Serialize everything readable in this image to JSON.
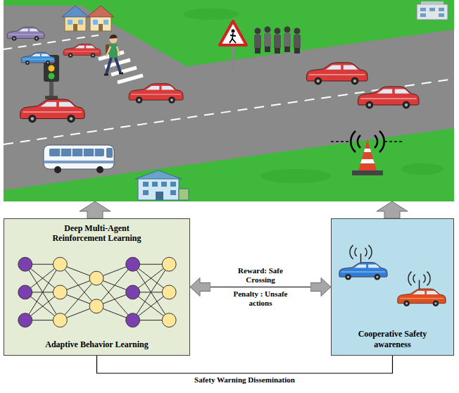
{
  "diagram": {
    "nodes": [
      {
        "text": [
          "Deep Multi-Agent Reinforcement Learning",
          "Adaptive Behavior Learning"
        ]
      },
      {
        "text": [
          "Cooperative Safety awareness"
        ]
      }
    ],
    "edges": [
      {
        "from": 0,
        "to": 1,
        "arrow": "both",
        "label": "Reward: Safe Crossing"
      },
      {
        "from": 0,
        "to": 1,
        "arrow": "none",
        "label": "Safety Warning Dissemination"
      }
    ],
    "labels": [
      "Penalty : Unsafe actions"
    ]
  }
}
